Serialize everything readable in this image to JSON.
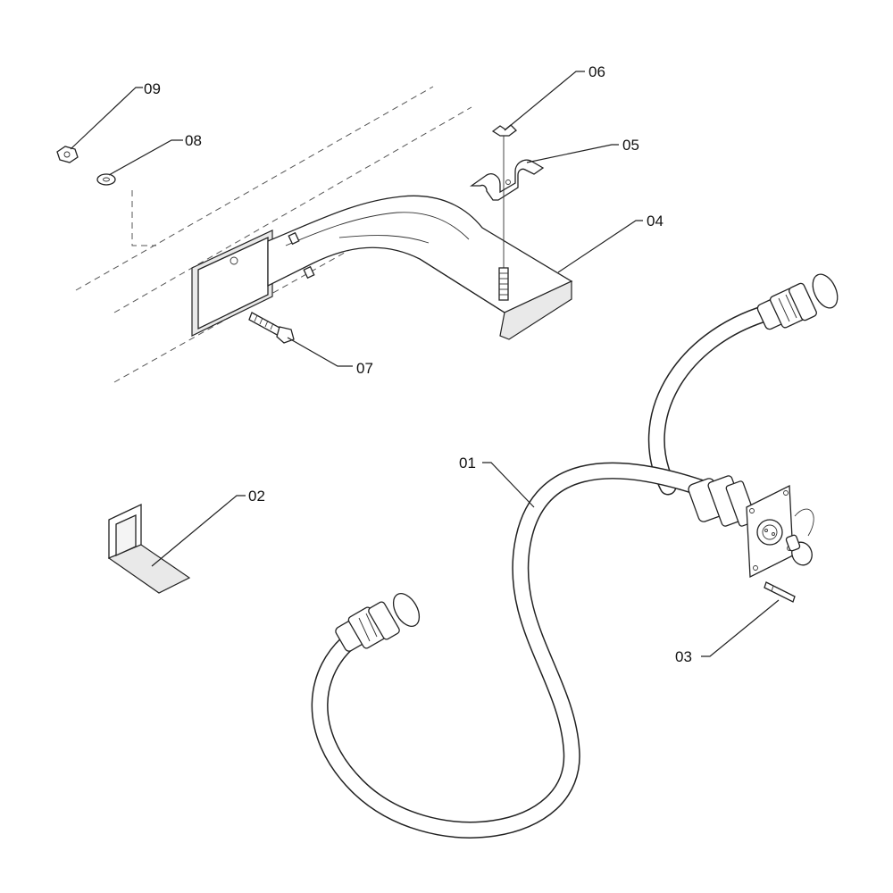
{
  "callouts": {
    "c01": "01",
    "c02": "02",
    "c03": "03",
    "c04": "04",
    "c05": "05",
    "c06": "06",
    "c07": "07",
    "c08": "08",
    "c09": "09"
  }
}
